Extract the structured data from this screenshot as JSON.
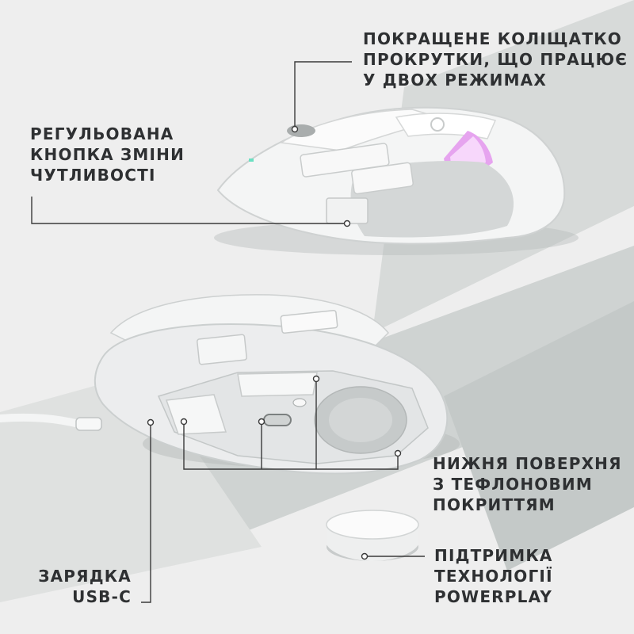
{
  "callouts": {
    "scroll_wheel": {
      "lines": [
        "ПОКРАЩЕНЕ КОЛІЩАТКО",
        "ПРОКРУТКИ, ЩО ПРАЦЮЄ",
        "У ДВОХ РЕЖИМАХ"
      ]
    },
    "dpi_button": {
      "lines": [
        "РЕГУЛЬОВАНА",
        "КНОПКА ЗМІНИ",
        "ЧУТЛИВОСТІ"
      ]
    },
    "feet": {
      "lines": [
        "НИЖНЯ ПОВЕРХНЯ",
        "З ТЕФЛОНОВИМ",
        "ПОКРИТТЯМ"
      ]
    },
    "usb": {
      "lines": [
        "ЗАРЯДКА",
        "USB-C"
      ]
    },
    "powerplay": {
      "lines": [
        "ПІДТРИМКА",
        "ТЕХНОЛОГІЇ",
        "POWERPLAY"
      ]
    }
  },
  "colors": {
    "background": "#eeeeee",
    "band": "#c9cdcc",
    "text": "#2e3032",
    "rgb_glow": "#d77be6",
    "line": "#3a3a3a"
  }
}
